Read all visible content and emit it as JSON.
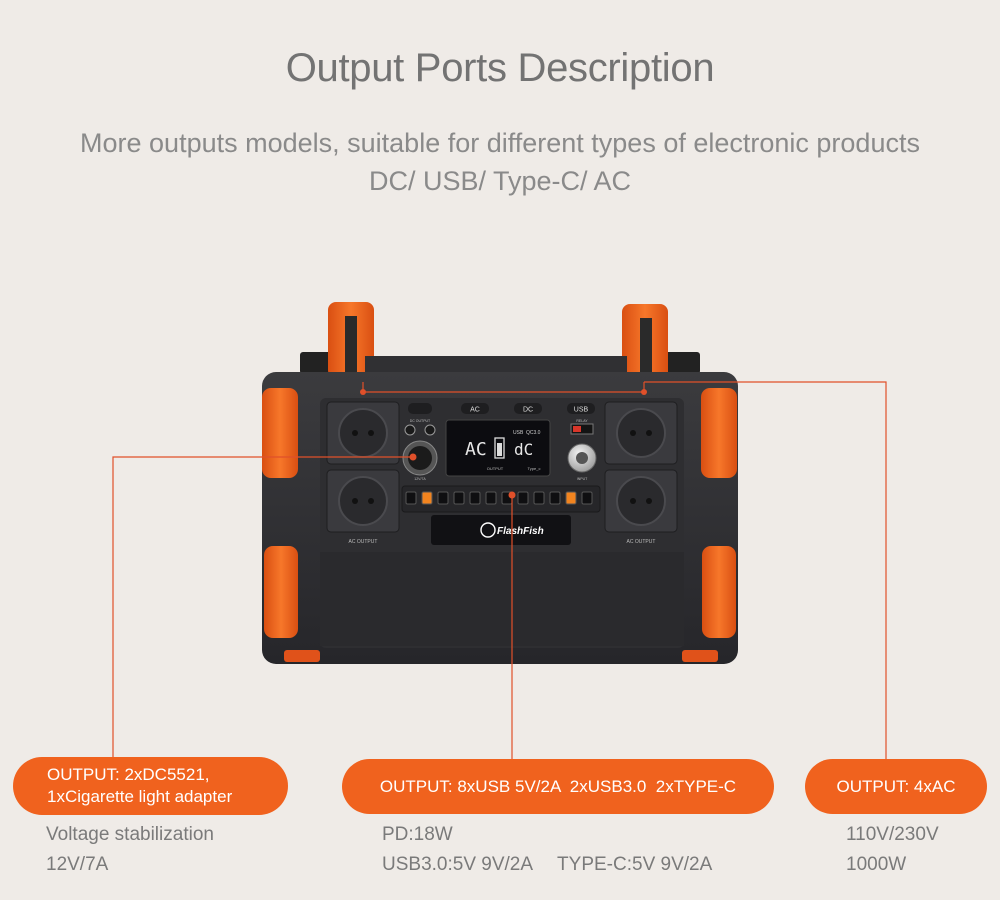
{
  "header": {
    "title": "Output Ports Description",
    "subtitle_line1": "More outputs models, suitable for different types of electronic products",
    "subtitle_line2": "DC/ USB/ Type-C/ AC"
  },
  "device": {
    "brand": "FlashFish",
    "buttons": [
      "AC",
      "DC",
      "USB"
    ],
    "display_left": "AC",
    "display_right": "dC",
    "display_usb": "USB",
    "display_qc": "QC3.0",
    "display_output": "OUTPUT",
    "display_type": "Type_c",
    "ac_label_left": "AC OUTPUT",
    "ac_label_right": "AC OUTPUT",
    "dc_output_label": "DC OUTPUT",
    "dc_rating": "12V/7A",
    "input_label": "INPUT",
    "relay_label": "RELAY"
  },
  "callouts": {
    "left": {
      "line1": "OUTPUT: 2xDC5521,",
      "line2": "1xCigarette light adapter",
      "spec1": "Voltage stabilization",
      "spec2": "12V/7A"
    },
    "middle": {
      "label": "OUTPUT: 8xUSB 5V/2A  2xUSB3.0  2xTYPE-C",
      "spec1": "PD:18W",
      "spec2a": "USB3.0:5V 9V/2A",
      "spec2b": "TYPE-C:5V 9V/2A"
    },
    "right": {
      "label": "OUTPUT: 4xAC",
      "spec1": "110V/230V",
      "spec2": "1000W"
    }
  },
  "colors": {
    "accent": "#f0621e",
    "callout_line": "#e0502a",
    "body": "#2b2b2d",
    "panel": "#3a3a3d",
    "handle": "#f26a1f"
  }
}
